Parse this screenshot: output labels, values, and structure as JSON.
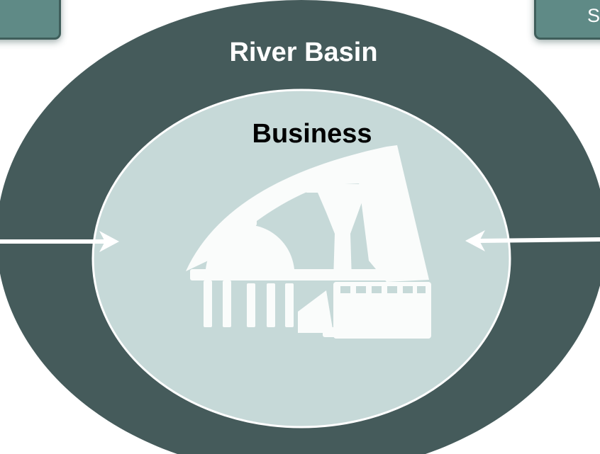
{
  "diagram": {
    "outer_label": "River Basin",
    "inner_label": "Business",
    "right_box_label": "S",
    "icon": "factory-icon",
    "colors": {
      "outer_ring": "#455b5b",
      "inner_circle": "#c6d9d8",
      "inner_border": "#ffffff",
      "box_fill": "#5f8a86",
      "box_border": "#3f5e5b",
      "arrow": "#ffffff",
      "outer_label_text": "#ffffff",
      "inner_label_text": "#000000"
    }
  }
}
